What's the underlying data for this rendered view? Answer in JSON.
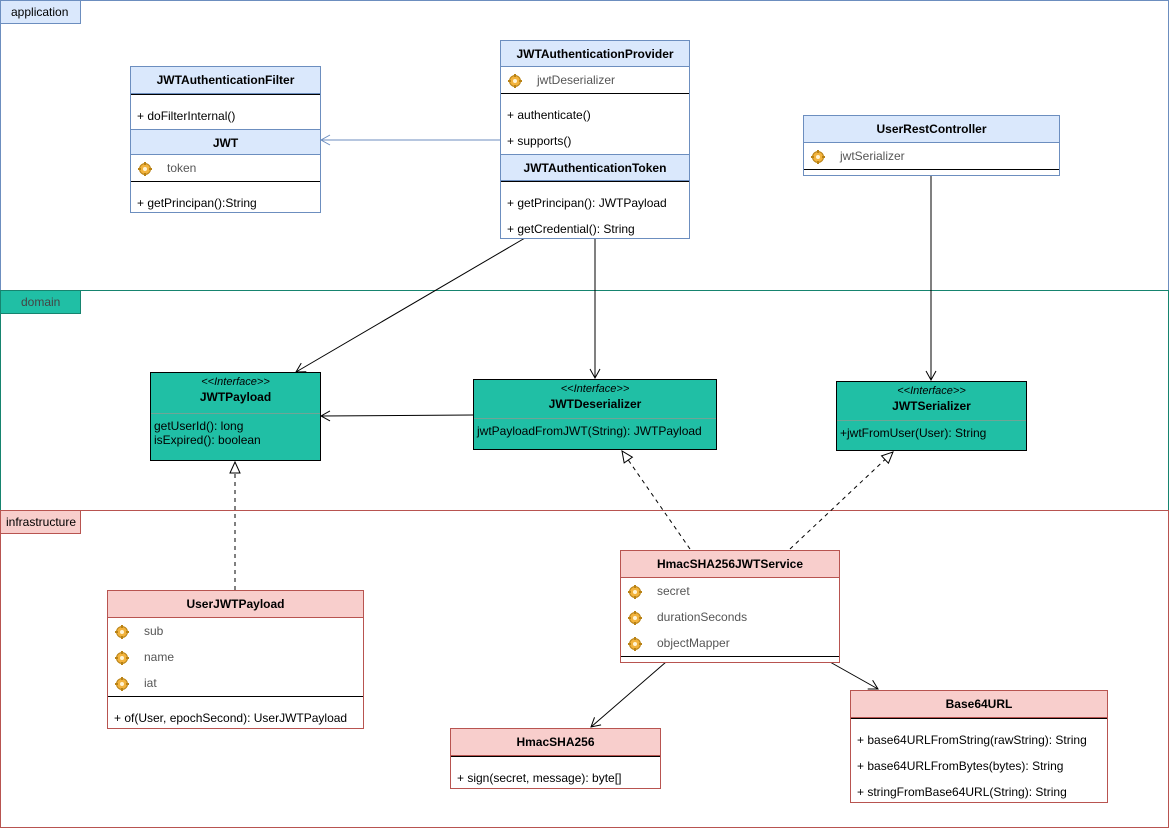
{
  "packages": {
    "application": "application",
    "domain": "domain",
    "infrastructure": "infrastructure"
  },
  "colors": {
    "application_fill": "#dae8fc",
    "application_border": "#6c8ebf",
    "domain_fill": "#20bfa5",
    "domain_border": "#16846f",
    "infra_fill": "#f8cecc",
    "infra_border": "#b85450"
  },
  "classes": {
    "filter": {
      "name": "JWTAuthenticationFilter",
      "ops": [
        "+ doFilterInternal()"
      ]
    },
    "jwt": {
      "name": "JWT",
      "attrs": [
        "token"
      ],
      "ops": [
        "+ getPrincipan():String"
      ]
    },
    "provider": {
      "name": "JWTAuthenticationProvider",
      "attrs": [
        "jwtDeserializer"
      ],
      "ops": [
        "+ authenticate()",
        "+ supports()"
      ]
    },
    "token": {
      "name": "JWTAuthenticationToken",
      "ops": [
        "+ getPrincipan(): JWTPayload",
        "+ getCredential(): String"
      ]
    },
    "controller": {
      "name": "UserRestController",
      "attrs": [
        "jwtSerializer"
      ]
    },
    "payload": {
      "stereotype": "<<Interface>>",
      "name": "JWTPayload",
      "ops": [
        "getUserId(): long",
        "isExpired(): boolean"
      ]
    },
    "deserializer": {
      "stereotype": "<<Interface>>",
      "name": "JWTDeserializer",
      "ops": [
        "jwtPayloadFromJWT(String): JWTPayload"
      ]
    },
    "serializer": {
      "stereotype": "<<Interface>>",
      "name": "JWTSerializer",
      "ops": [
        "+jwtFromUser(User): String"
      ]
    },
    "userPayload": {
      "name": "UserJWTPayload",
      "attrs": [
        "sub",
        "name",
        "iat"
      ],
      "ops": [
        "+ of(User, epochSecond): UserJWTPayload"
      ]
    },
    "service": {
      "name": "HmacSHA256JWTService",
      "attrs": [
        "secret",
        "durationSeconds",
        "objectMapper"
      ]
    },
    "hmac": {
      "name": "HmacSHA256",
      "ops": [
        "+ sign(secret, message): byte[]"
      ]
    },
    "base64": {
      "name": "Base64URL",
      "ops": [
        "+ base64URLFromString(rawString): String",
        "+ base64URLFromBytes(bytes): String",
        "+ stringFromBase64URL(String): String"
      ]
    }
  }
}
